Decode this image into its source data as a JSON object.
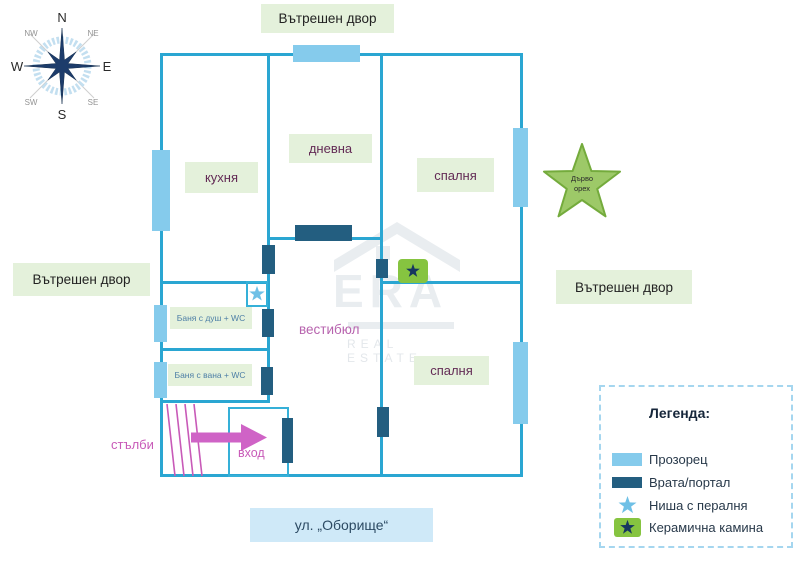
{
  "compass": {
    "n": "N",
    "ne": "NE",
    "e": "E",
    "se": "SE",
    "s": "S",
    "sw": "SW",
    "w": "W",
    "nw": "NW"
  },
  "surroundings": {
    "courtyard_top": "Вътрешен двор",
    "courtyard_left": "Вътрешен двор",
    "courtyard_right": "Вътрешен двор",
    "street": "ул. „Оборище“"
  },
  "rooms": {
    "kitchen": "кухня",
    "living": "дневна",
    "bedroom_top": "спалня",
    "bedroom_bottom": "спалня",
    "bath_shower": "Баня с душ + WC",
    "bath_tub": "Баня с вана + WC",
    "vestibule": "вестибюл",
    "entrance": "вход",
    "stairs": "стълби"
  },
  "tree": {
    "line1": "Дърво",
    "line2": "орех"
  },
  "watermark": {
    "brand": "ERA",
    "tagline": "REAL ESTATE"
  },
  "legend": {
    "title": "Легенда:",
    "items": [
      {
        "label": "Прозорец"
      },
      {
        "label": "Врата/портал"
      },
      {
        "label": "Ниша с пералня"
      },
      {
        "label": "Керамична камина"
      }
    ]
  },
  "colors": {
    "wall": "#2aa6d2",
    "window": "#85cbec",
    "door": "#235e80",
    "label_bg": "#e4f1db",
    "room_text": "#632b55",
    "magenta": "#c85ab8",
    "tree_green": "#9dc968",
    "fireplace_green": "#86c440",
    "star_navy": "#16375f",
    "street_bg": "#cfe9f8"
  }
}
